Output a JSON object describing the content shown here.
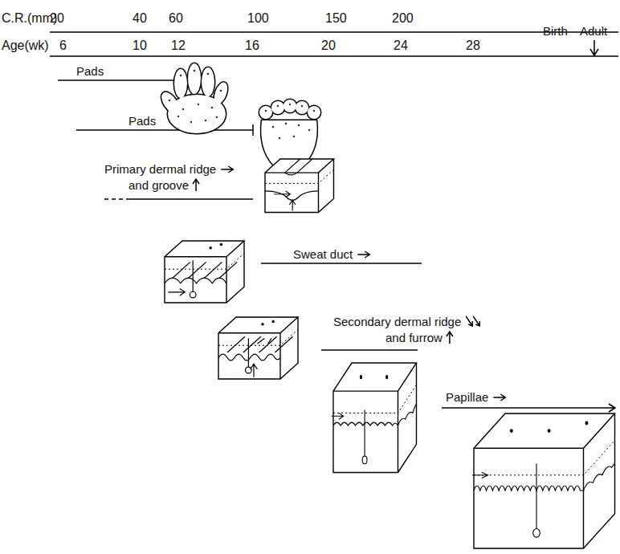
{
  "diagram": {
    "labels": [
      "C.R.(mm)",
      "20",
      "40",
      "60",
      "100",
      "150",
      "200",
      "Age(wk)",
      "6",
      "10",
      "12",
      "16",
      "20",
      "24",
      "28",
      "Birth",
      "Adult",
      "Pads",
      "Pads",
      "Primary dermal ridge",
      "and groove",
      "Sweat duct",
      "Secondary dermal ridge",
      "and furrow",
      "Papillae"
    ]
  }
}
